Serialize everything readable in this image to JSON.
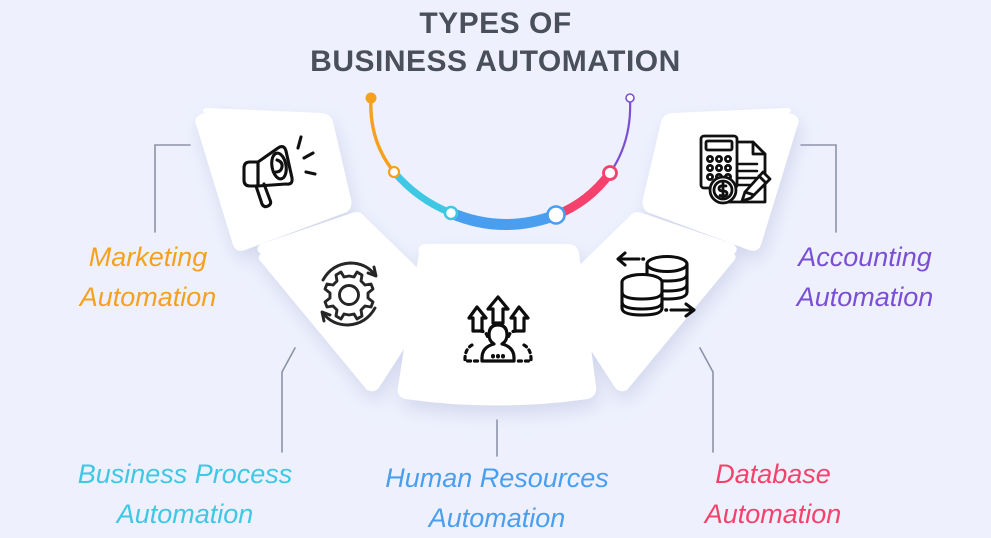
{
  "title": {
    "line1": "TYPES OF",
    "line2": "BUSINESS AUTOMATION",
    "color": "#4a4f5c"
  },
  "background_color": "#eef1fd",
  "card_color": "#ffffff",
  "connector_color": "#8d93a8",
  "items": [
    {
      "id": "marketing",
      "label_line1": "Marketing",
      "label_line2": "Automation",
      "color": "#f5a11e",
      "icon": "megaphone-icon"
    },
    {
      "id": "business-process",
      "label_line1": "Business Process",
      "label_line2": "Automation",
      "color": "#3fc8e4",
      "icon": "gear-cycle-icon"
    },
    {
      "id": "human-resources",
      "label_line1": "Human Resources",
      "label_line2": "Automation",
      "color": "#4a9ef0",
      "icon": "people-growth-icon"
    },
    {
      "id": "database",
      "label_line1": "Database",
      "label_line2": "Automation",
      "color": "#f5426c",
      "icon": "database-transfer-icon"
    },
    {
      "id": "accounting",
      "label_line1": "Accounting",
      "label_line2": "Automation",
      "color": "#7a4fd4",
      "icon": "calculator-invoice-icon"
    }
  ],
  "arc": {
    "segments": [
      {
        "name": "marketing-segment",
        "color": "#f5a11e"
      },
      {
        "name": "business-process-segment",
        "color": "#3fc8e4"
      },
      {
        "name": "human-resources-segment",
        "color": "#4a9ef0"
      },
      {
        "name": "database-segment",
        "color": "#f5426c"
      },
      {
        "name": "accounting-segment",
        "color": "#7a4fd4"
      }
    ],
    "nodes": [
      {
        "name": "arc-node-start",
        "color": "#f5a11e",
        "filled": true
      },
      {
        "name": "arc-node-marketing-bp",
        "color": "#f5a11e",
        "filled": false
      },
      {
        "name": "arc-node-bp-hr",
        "color": "#3fc8e4",
        "filled": false
      },
      {
        "name": "arc-node-hr-database",
        "color": "#4a9ef0",
        "filled": false
      },
      {
        "name": "arc-node-database-account",
        "color": "#f5426c",
        "filled": false
      },
      {
        "name": "arc-node-end",
        "color": "#7a4fd4",
        "filled": false
      }
    ]
  }
}
